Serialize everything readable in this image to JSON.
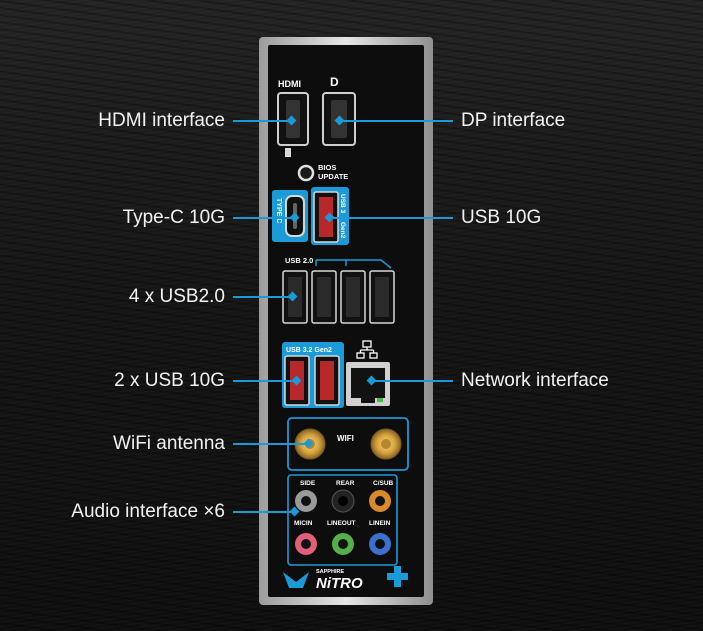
{
  "labels": {
    "hdmi": "HDMI interface",
    "dp": "DP interface",
    "typec": "Type-C 10G",
    "usb10g": "USB 10G",
    "usb20": "4 x USB2.0",
    "usb10g_x2": "2 x USB 10G",
    "network": "Network interface",
    "wifi": "WiFi antenna",
    "audio": "Audio interface ×6"
  },
  "panel": {
    "hdmi_logo": "HDMI",
    "dp_logo": "D",
    "bios_line1": "BIOS",
    "bios_line2": "UPDATE",
    "typec_tag": "TYPE C",
    "usb3_tag": "USB 3",
    "gen2_tag": "Gen2",
    "usb20_tag": "USB 2.0",
    "usb32_tag": "USB 3.2 Gen2",
    "wifi_tag": "WIFI",
    "audio": {
      "side": "SIDE",
      "rear": "REAR",
      "csub": "C/SUB",
      "micin": "MICIN",
      "lineout": "LINEOUT",
      "linein": "LINEIN"
    },
    "brand_small": "SAPPHIRE",
    "brand": "NiTRO"
  },
  "colors": {
    "accent": "#1a9ad6",
    "panel_bg": "#0d0d0d",
    "usb_red": "#b8282b",
    "usb_black": "#1a1a1a",
    "gold": "#d6a440",
    "audio_gray": "#9a9a9a",
    "audio_black": "#222222",
    "audio_orange": "#d98a2b",
    "audio_pink": "#e0607a",
    "audio_green": "#56b04a",
    "audio_blue": "#3d6fd1"
  }
}
